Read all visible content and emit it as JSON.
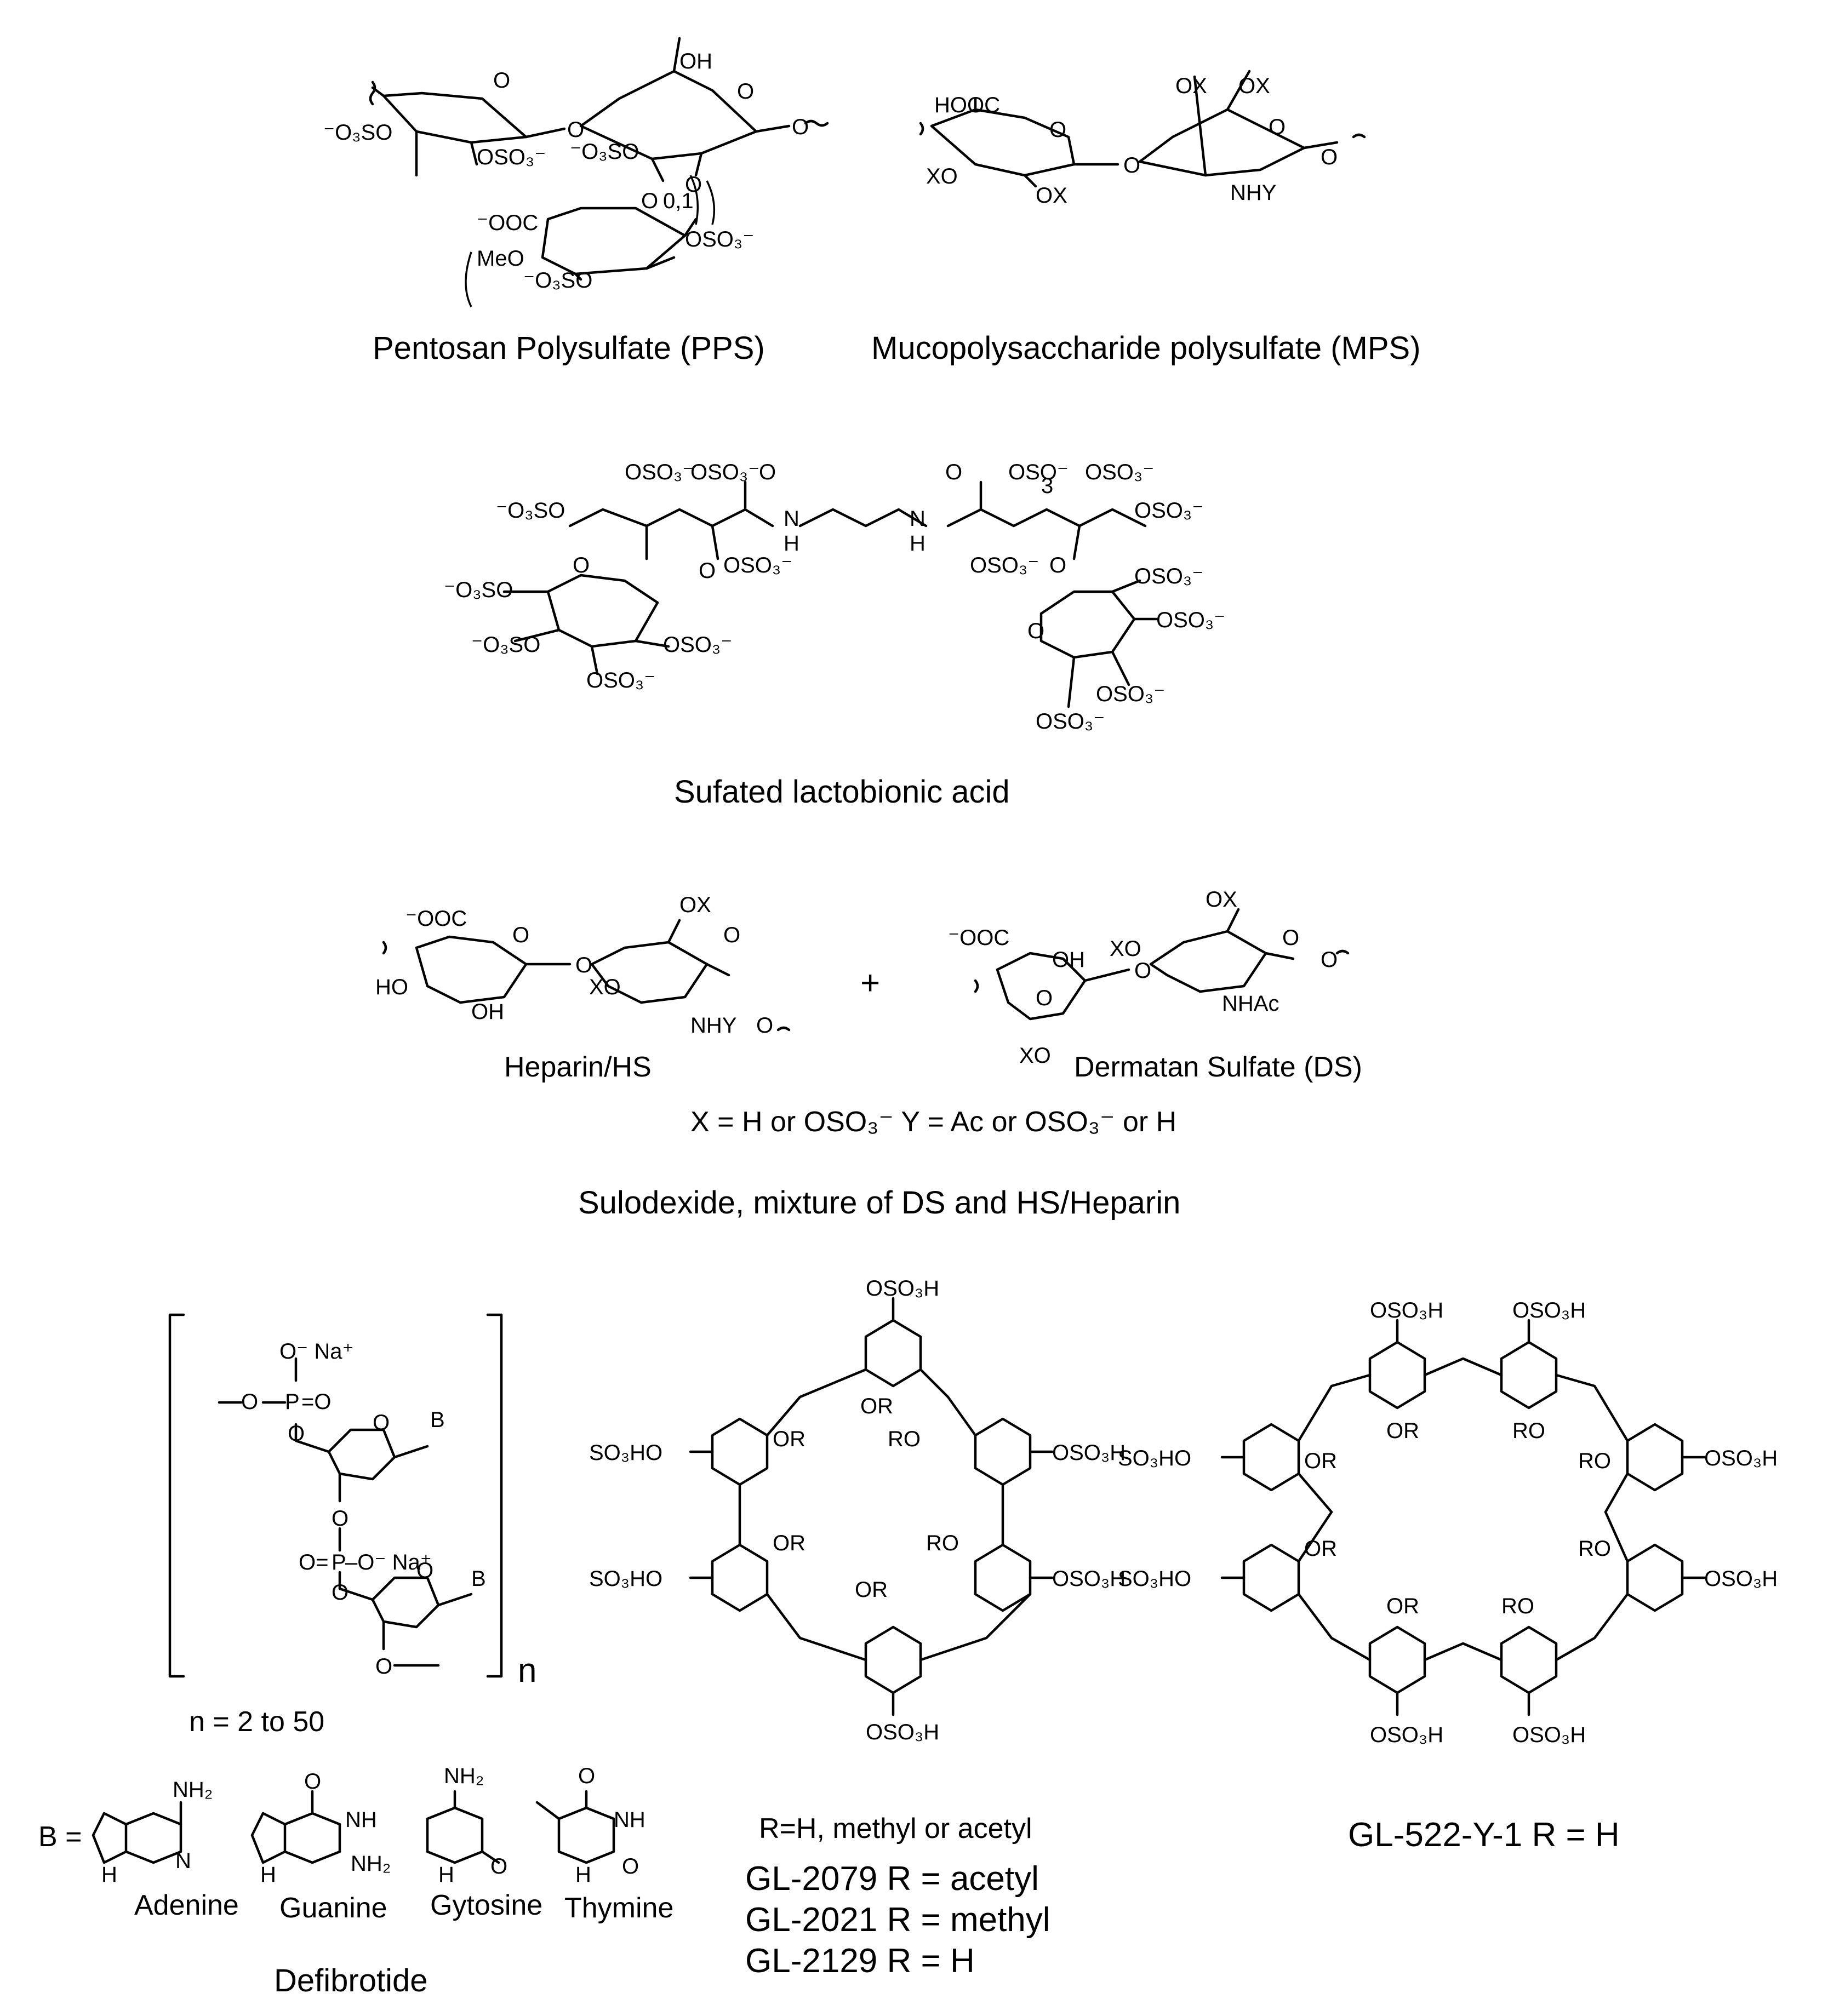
{
  "compounds": {
    "pps": {
      "caption": "Pentosan Polysulfate (PPS)",
      "atoms": {
        "o_ring1": "O",
        "o_link1": "O",
        "o_link2": "O",
        "o_ring2": "O",
        "oh": "OH",
        "o3so_left": "⁻O₃SO",
        "oso3_1": "OSO₃⁻",
        "o3so_2": "⁻O₃SO",
        "ooc": "⁻OOC",
        "o_ring3": "O",
        "meo": "MeO",
        "o3so_3": "⁻O₃SO",
        "oso3_3": "OSO₃⁻",
        "index": "0,1"
      }
    },
    "mps": {
      "caption": "Mucopolysaccharide polysulfate (MPS)",
      "atoms": {
        "hooc": "HOOC",
        "o_ring1": "O",
        "xo": "XO",
        "ox1": "OX",
        "o_link": "O",
        "ox2": "OX",
        "ox3": "OX",
        "o_ring2": "O",
        "nhy": "NHY",
        "o_end": "O"
      }
    },
    "lactobionic": {
      "caption": "Sufated lactobionic acid",
      "atoms": {
        "oso3_a": "OSO₃⁻",
        "oso3_b": "OSO₃⁻",
        "o_carbonyl1": "O",
        "o3so_l": "⁻O₃SO",
        "n1": "N",
        "h1": "H",
        "n2": "N",
        "h2": "H",
        "o_carbonyl2": "O",
        "oso3_c": "OSO⁻",
        "oso3_c_sub": "3",
        "oso3_d": "OSO₃⁻",
        "oso3_e": "OSO₃⁻",
        "o_link_l": "O",
        "oso3_f": "OSO₃⁻",
        "oso3_g": "OSO₃⁻",
        "o_link_r": "O",
        "o3so_ring": "⁻O₃SO",
        "o_ring_l": "O",
        "o3so_ring2": "⁻O₃SO",
        "oso3_h": "OSO₃⁻",
        "oso3_i": "OSO₃⁻",
        "oso3_j": "OSO₃⁻",
        "o_ring_r": "O",
        "oso3_k": "OSO₃⁻",
        "oso3_l": "OSO₃⁻",
        "oso3_m": "OSO₃⁻"
      }
    },
    "sulodexide": {
      "caption": "Sulodexide, mixture of DS and HS/Heparin",
      "definition": "X = H or OSO₃⁻  Y =  Ac  or OSO₃⁻ or H",
      "plus": "+",
      "heparin_label": "Heparin/HS",
      "ds_label": "Dermatan Sulfate (DS)",
      "atoms": {
        "ooc1": "⁻OOC",
        "o_r1": "O",
        "ho": "HO",
        "oh1": "OH",
        "o_l1": "O",
        "ox1": "OX",
        "o_r2": "O",
        "xo1": "XO",
        "nhy": "NHY",
        "o_end1": "O",
        "ooc2": "⁻OOC",
        "oh2": "OH",
        "o_r3": "O",
        "xo2": "XO",
        "o_l2": "O",
        "ox2": "OX",
        "xo3": "XO",
        "o_r4": "O",
        "nhac": "NHAc",
        "o_end2": "O"
      }
    },
    "defibrotide": {
      "caption": "Defibrotide",
      "n_range": "n = 2 to 50",
      "n": "n",
      "b_eq": "B =",
      "bases": [
        "Adenine",
        "Guanine",
        "Gytosine",
        "Thymine"
      ],
      "atoms": {
        "o_na1": "O⁻ Na⁺",
        "o1": "O",
        "p1": "P",
        "o_dbl1": "=O",
        "o2": "O",
        "o_ring1": "O",
        "b1": "B",
        "o3": "O",
        "o_dbl2": "O=",
        "p2": "P",
        "o_na2": "–O⁻  Na⁺",
        "o4": "O",
        "o_ring2": "O",
        "b2": "B",
        "o5": "O",
        "nh2": "NH₂",
        "n": "N",
        "h": "H",
        "nh": "NH",
        "o": "O"
      }
    },
    "calixarene_a": {
      "r_def": "R=H, methyl or acetyl",
      "names": [
        "GL-2079 R = acetyl",
        "GL-2021 R = methyl",
        "GL-2129 R = H"
      ],
      "atoms": {
        "oso3h": "OSO₃H",
        "so3ho": "SO₃HO",
        "or": "OR",
        "ro": "RO"
      }
    },
    "calixarene_b": {
      "name": "GL-522-Y-1  R = H",
      "atoms": {
        "oso3h": "OSO₃H",
        "so3ho": "SO₃HO",
        "or": "OR",
        "ro": "RO"
      }
    }
  }
}
